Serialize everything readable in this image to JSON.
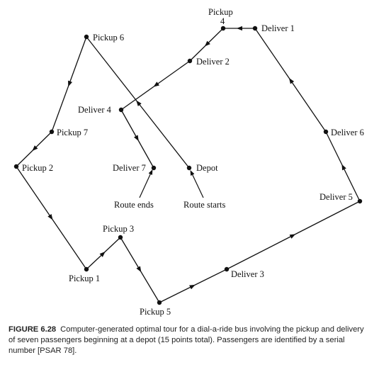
{
  "figure": {
    "number": "FIGURE 6.28",
    "caption": "Computer-generated optimal tour for a dial-a-ride bus involving the pickup and delivery of seven passengers beginning at a depot (15 points total). Passengers are identified by a serial number [PSAR 78]."
  },
  "nodes": {
    "depot": "Depot",
    "pickup1": "Pickup 1",
    "pickup2": "Pickup 2",
    "pickup3": "Pickup 3",
    "pickup4_line1": "Pickup",
    "pickup4_line2": "4",
    "pickup5": "Pickup 5",
    "pickup6": "Pickup 6",
    "pickup7": "Pickup 7",
    "deliver1": "Deliver 1",
    "deliver2": "Deliver 2",
    "deliver3": "Deliver 3",
    "deliver4": "Deliver 4",
    "deliver5": "Deliver 5",
    "deliver6": "Deliver 6",
    "deliver7": "Deliver 7"
  },
  "annotations": {
    "route_starts": "Route starts",
    "route_ends": "Route ends"
  },
  "route_order": [
    "depot",
    "pickup6",
    "pickup7",
    "pickup2",
    "pickup1",
    "pickup3",
    "pickup5",
    "deliver3",
    "deliver5",
    "deliver6",
    "deliver1",
    "pickup4",
    "deliver2",
    "deliver4",
    "deliver7"
  ]
}
